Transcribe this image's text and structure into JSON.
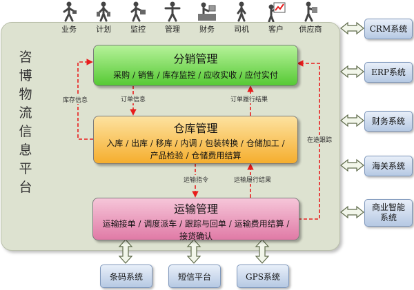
{
  "roles": [
    {
      "label": "业务",
      "icon": "business-person-icon"
    },
    {
      "label": "计划",
      "icon": "planner-icon"
    },
    {
      "label": "监控",
      "icon": "monitor-person-icon"
    },
    {
      "label": "管理",
      "icon": "manager-icon"
    },
    {
      "label": "财务",
      "icon": "finance-desk-icon"
    },
    {
      "label": "司机",
      "icon": "driver-icon"
    },
    {
      "label": "客户",
      "icon": "customer-chart-icon"
    },
    {
      "label": "供应商",
      "icon": "supplier-icon"
    }
  ],
  "platform": {
    "title_chars": [
      "咨",
      "博",
      "物",
      "流",
      "信",
      "息",
      "平",
      "台"
    ]
  },
  "modules": {
    "distribution": {
      "title": "分销管理",
      "items": "采购 / 销售 / 库存监控 / 应收实收 / 应付实付"
    },
    "warehouse": {
      "title": "仓库管理",
      "line1": "入库 / 出库 / 移库 / 内调 / 包装转换 / 仓储加工 /",
      "line2": "产品检验 / 仓储费用结算"
    },
    "transport": {
      "title": "运输管理",
      "line1": "运输接单 / 调度派车 / 跟踪与回单 / 运输费用结算 /",
      "line2": "接货确认"
    }
  },
  "flows": {
    "inventory_info": "库存信息",
    "order_info": "订单信息",
    "order_fulfillment_top": "订单履行结果",
    "in_transit_tracking": "在途跟踪",
    "transport_instruction": "运输指令",
    "transport_fulfillment": "运输履行结果"
  },
  "external_systems": [
    "CRM系统",
    "ERP系统",
    "财务系统",
    "海关系统",
    "商业智能系统"
  ],
  "bottom_systems": [
    "条码系统",
    "短信平台",
    "GPS系统"
  ],
  "colors": {
    "flow_arrow": "#e81c1c",
    "platform_bg": "#dde2d0",
    "distribution": "#56c934",
    "warehouse": "#f5ae2e",
    "transport": "#e07aa6",
    "system_box": "#b6c9e3"
  }
}
